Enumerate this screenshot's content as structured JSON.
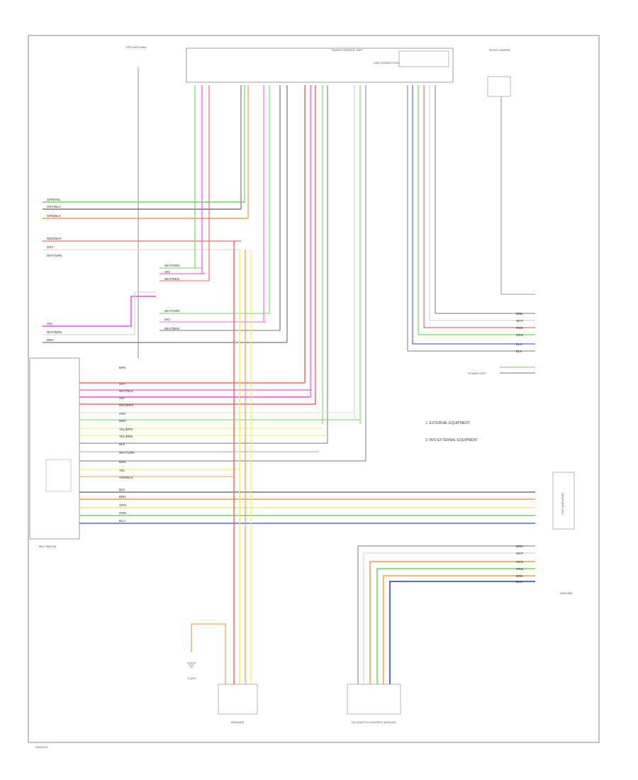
{
  "diagram": {
    "footer_code": "W004120",
    "components": {
      "control_unit": "RADIO CONTROL UNIT",
      "gateway": "USB CONNECTION",
      "multimedia": "MULTIMEDIA",
      "gps_antenna": "GPS ANTENNA",
      "rear_camera": "REAR CAMERA",
      "ground": "G-200",
      "speaker": "SPEAKER",
      "telematics": "TELEMATICS CONTROL MODULE",
      "power_unit": "POWER UNIT",
      "dsp": "DSP AMPLIFIER",
      "ground_right": "GROUND"
    },
    "notes": [
      "1: EXTERNAL EQUIPMENT",
      "2: W/O EXTERNAL EQUIPMENT"
    ],
    "wire_labels": {
      "left_top": [
        "GRN/YEL",
        "GRY/BLU",
        "ORN/BLK"
      ],
      "left_mid": [
        "RED/WHT",
        "GRY",
        "WHT/GRN"
      ],
      "left_low": [
        "VIO",
        "WHT/BRN",
        "BRN"
      ],
      "center_a": [
        "WHT/GRN",
        "VIO",
        "WHT/RED"
      ],
      "center_b": [
        "WHT/GRN",
        "VIO",
        "WHT/BRN"
      ],
      "connector_rows": [
        "BRN",
        "GRY",
        "WHT/BLK",
        "VIO",
        "RED/BRN",
        "GRY",
        "BRN",
        "YEL/BRN",
        "YEL/BRN",
        "BLK",
        "WHT/GRN",
        "BRN",
        "YEL",
        "ORN/BLK"
      ],
      "bus_rows": [
        "BLK",
        "BRN",
        "ORN",
        "GRN",
        "BLU"
      ],
      "right_rows": [
        "BRN",
        "WHT",
        "RED",
        "GRN",
        "BLU",
        "BLK"
      ],
      "bottom_right_rows": [
        "BRN",
        "WHT",
        "ORN",
        "GRN",
        "BRN",
        "BLU"
      ]
    }
  }
}
